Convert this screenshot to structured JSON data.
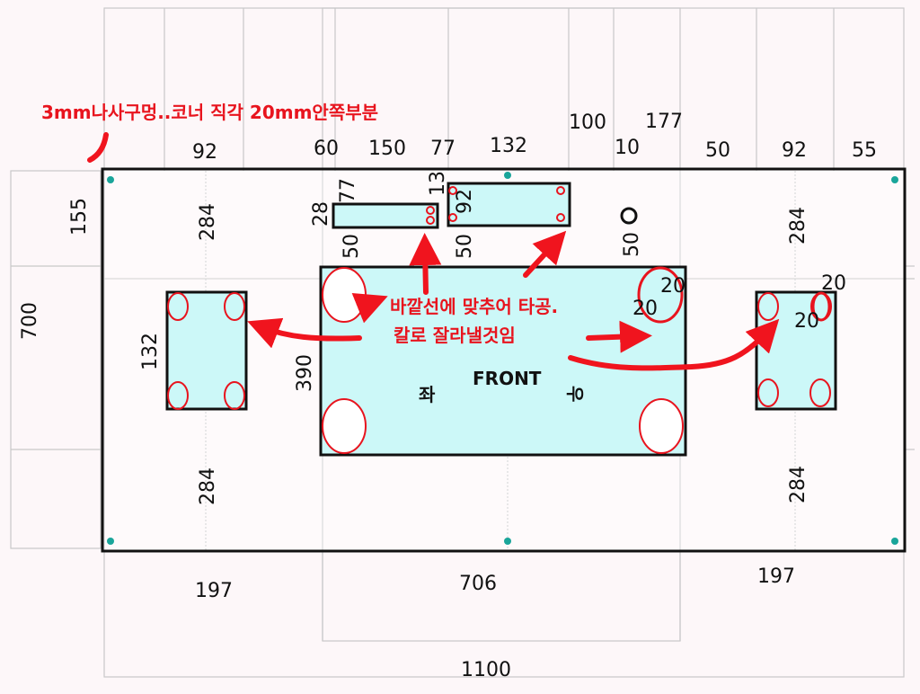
{
  "annotations": {
    "top_note": "3mm나사구멍..코너 직각 20mm안쪽부분",
    "center_note_line1": "바깥선에 맞추어 타공.",
    "center_note_line2": "칼로 잘라낼것임",
    "front_label": "FRONT",
    "left_label": "좌",
    "right_label": "우"
  },
  "dimensions": {
    "top_92_left": "92",
    "top_60": "60",
    "top_150": "150",
    "top_77": "77",
    "top_132": "132",
    "top_100": "100",
    "top_10": "10",
    "top_177": "177",
    "top_50": "50",
    "top_92_right": "92",
    "top_55": "55",
    "left_155": "155",
    "left_700": "700",
    "left_284_top": "284",
    "left_132": "132",
    "left_284_bottom": "284",
    "center_390": "390",
    "slot_28": "28",
    "slot_77": "77",
    "slot_13": "13",
    "slot_92": "92",
    "gap_50_left": "50",
    "gap_50_mid": "50",
    "gap_50_right": "50",
    "hole_20_a": "20",
    "hole_20_b": "20",
    "right_284_top": "284",
    "right_20_a": "20",
    "right_20_b": "20",
    "right_284_bottom": "284",
    "bottom_197_left": "197",
    "bottom_706": "706",
    "bottom_197_right": "197",
    "bottom_1100": "1100"
  },
  "colors": {
    "cutout_fill": "#ccf8f8",
    "outline": "#111111",
    "hole": "#e8141e",
    "arrow": "#f0141e",
    "screw_dot": "#1aa59a",
    "guide": "#c8c8c8"
  }
}
